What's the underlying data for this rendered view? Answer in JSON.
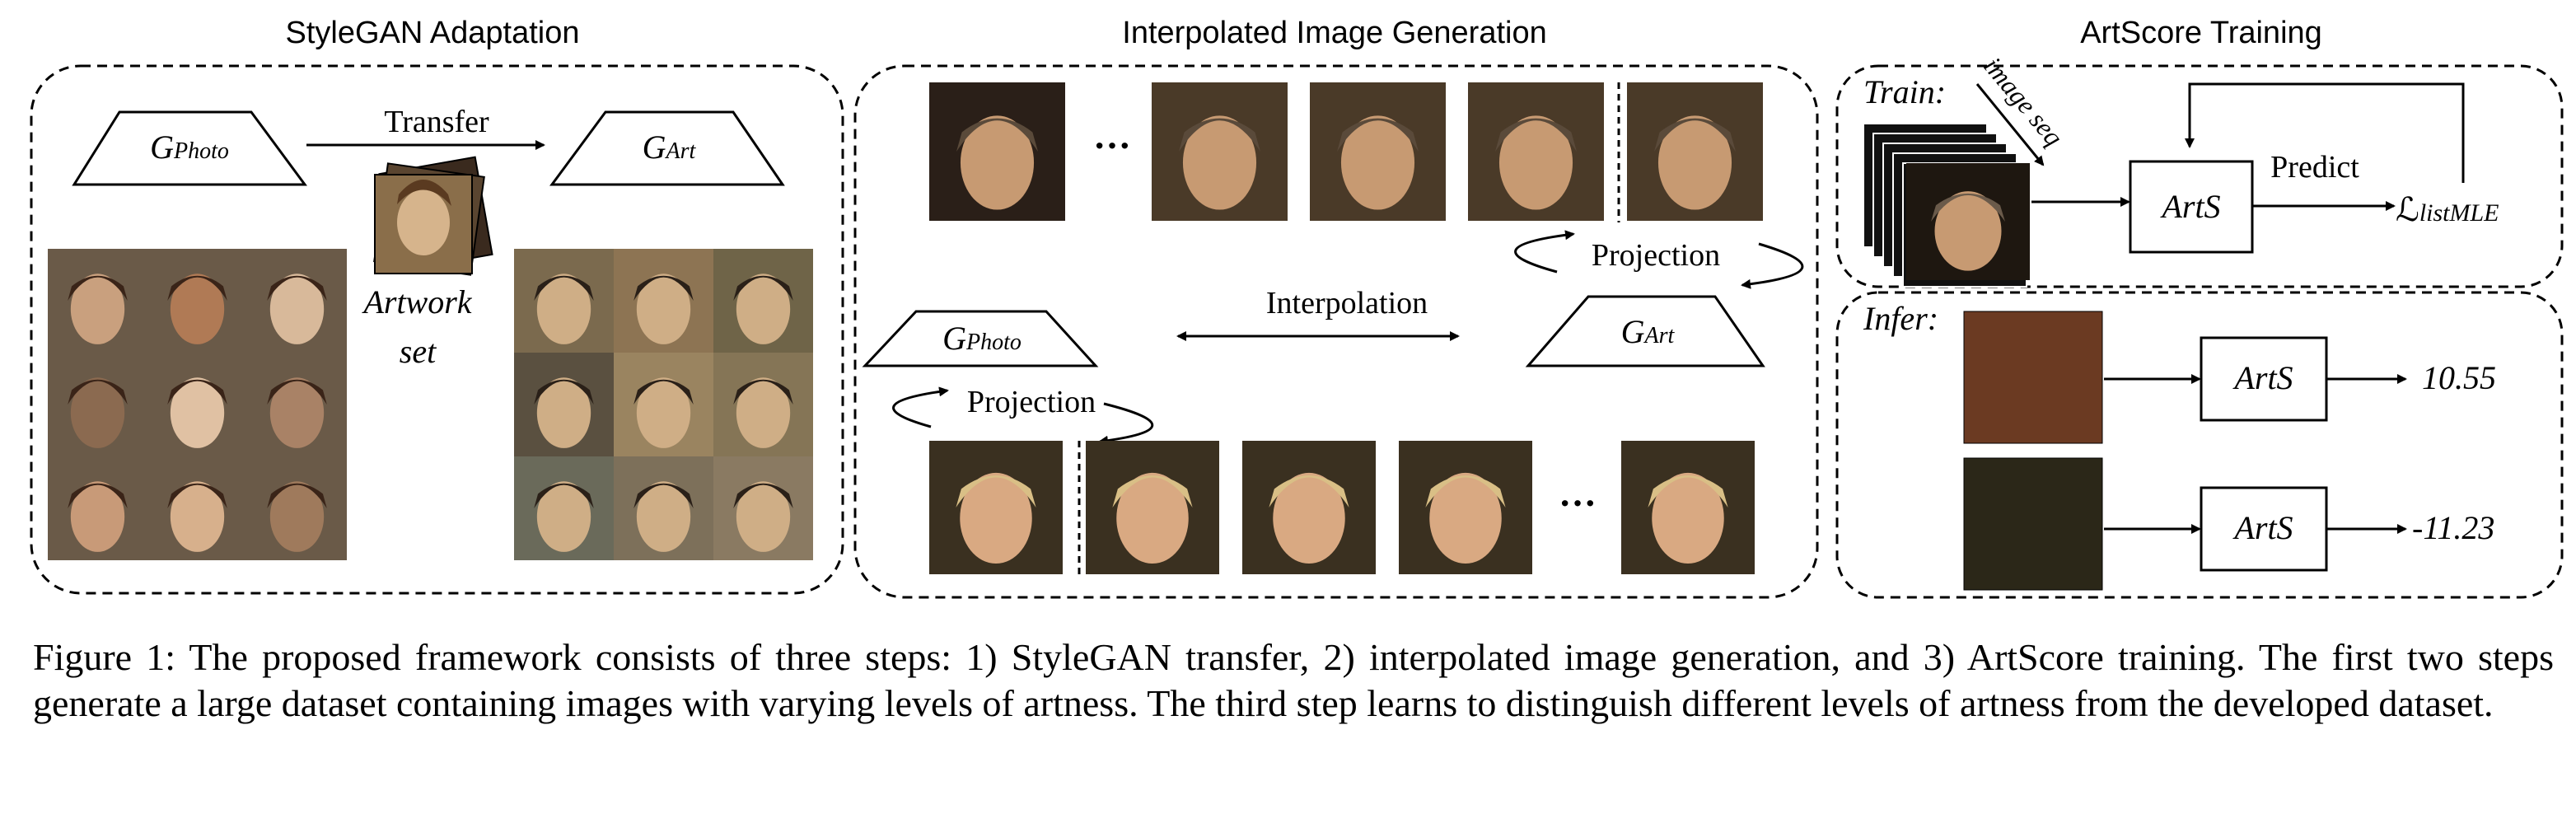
{
  "sections": {
    "adaptation": {
      "title": "StyleGAN Adaptation",
      "g_photo": "G",
      "g_photo_sub": "Photo",
      "g_art": "G",
      "g_art_sub": "Art",
      "transfer": "Transfer",
      "artwork_line1": "Artwork",
      "artwork_line2": "set"
    },
    "interpolation": {
      "title": "Interpolated Image Generation",
      "projection_top": "Projection",
      "projection_bottom": "Projection",
      "interpolation": "Interpolation",
      "g_photo": "G",
      "g_photo_sub": "Photo",
      "g_art": "G",
      "g_art_sub": "Art",
      "ellipsis": "···"
    },
    "artscore": {
      "title": "ArtScore Training",
      "train": "Train:",
      "image_seq": "image seq",
      "model": "ArtS",
      "predict": "Predict",
      "loss": "ℒ",
      "loss_sub": "listMLE",
      "infer": "Infer:",
      "score_1": "10.55",
      "score_2": "-11.23"
    }
  },
  "colors": {
    "photo_tones": [
      "#c9a07e",
      "#b07a55",
      "#d8b99a",
      "#8b6a50",
      "#e0c1a3",
      "#a98266",
      "#c89a78",
      "#d7b08c",
      "#9f7a5c"
    ],
    "art_tones": [
      "#7b6a4e",
      "#8d7453",
      "#6f6448",
      "#5a5040",
      "#9a8460",
      "#857556",
      "#6a6a5a",
      "#7d705a",
      "#8a7a62"
    ],
    "portrait_dark": "#2a1f18",
    "portrait_warm": "#4a3a28",
    "woman_bg": "#3a3020",
    "woman_hair": "#d9bf86",
    "infer_img_1": "#6b3a22",
    "infer_img_2": "#2b2718"
  },
  "caption": "Figure 1: The proposed framework consists of three steps: 1) StyleGAN transfer, 2) interpolated image generation, and 3) ArtScore training. The first two steps generate a large dataset containing images with varying levels of artness. The third step learns to distinguish different levels of artness from the developed dataset."
}
